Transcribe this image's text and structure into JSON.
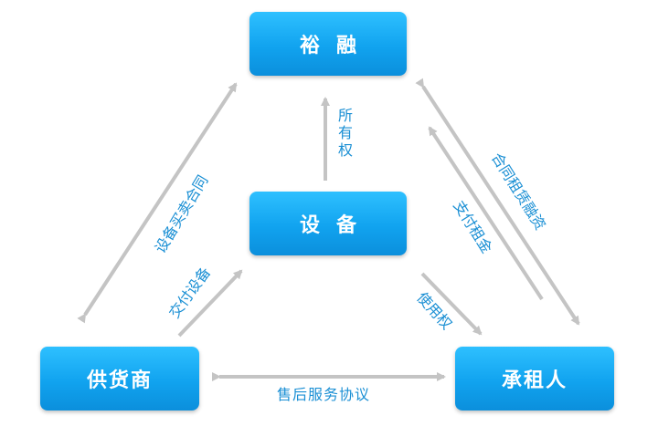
{
  "nodes": {
    "yurong": "裕融",
    "shebei": "设备",
    "gonghuoshang": "供货商",
    "chengzuren": "承租人"
  },
  "edges": {
    "ownership": "所有权",
    "equipment_sales_contract": "设备买卖合同",
    "deliver_equipment": "交付设备",
    "leasing_financing_contract": "合同租赁融资",
    "pay_rent": "支付租金",
    "right_of_use": "使用权",
    "after_sales_agreement": "售后服务协议"
  },
  "colors": {
    "node_fill": "#11a3ef",
    "arrow": "#c4c4c4",
    "label": "#1a8fd4"
  }
}
